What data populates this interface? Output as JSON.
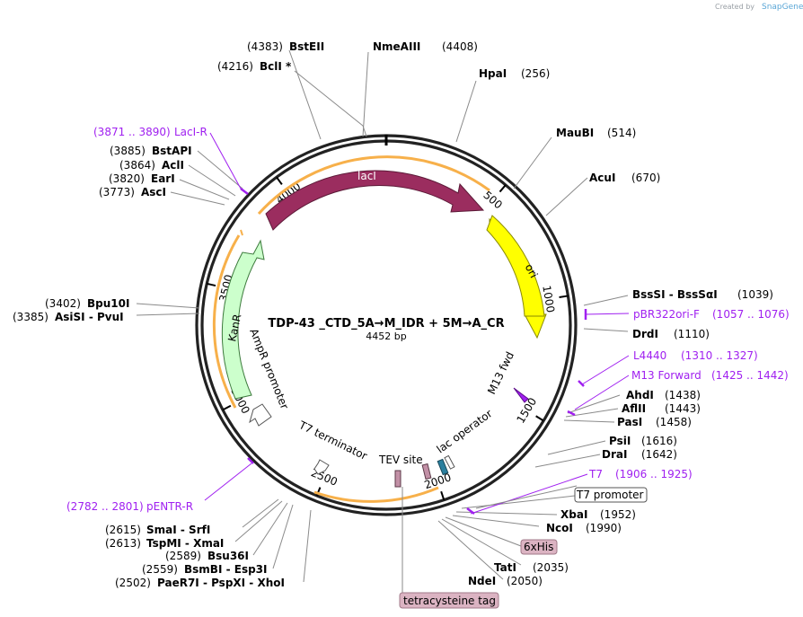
{
  "credit": {
    "prefix": "Created by",
    "brand": "SnapGene"
  },
  "plasmid": {
    "name": "TDP-43 _CTD_5A→M_IDR + 5M→A_CR",
    "length_label": "4452 bp"
  },
  "ticks": [
    {
      "label": "500",
      "bp": 500
    },
    {
      "label": "1000",
      "bp": 1000
    },
    {
      "label": "1500",
      "bp": 1500
    },
    {
      "label": "2000",
      "bp": 2000
    },
    {
      "label": "2500",
      "bp": 2500
    },
    {
      "label": "3000",
      "bp": 3000
    },
    {
      "label": "3500",
      "bp": 3500
    },
    {
      "label": "4000",
      "bp": 4000
    }
  ],
  "features": {
    "lacI": "lacI",
    "ori": "ori",
    "KanR": "KanR",
    "AmpR_promoter": "AmpR promoter",
    "T7_terminator": "T7 terminator",
    "TEV_site": "TEV site",
    "lac_operator": "lac operator",
    "M13_fwd": "M13 fwd"
  },
  "sites": [
    {
      "key": "bsteii",
      "pos": "(4383)",
      "name": "BstEII"
    },
    {
      "key": "nmeaiii",
      "pos": "(4408)",
      "name": "NmeAIII"
    },
    {
      "key": "bcli",
      "pos": "(4216)",
      "name": "BclI *"
    },
    {
      "key": "hpai",
      "pos": "(256)",
      "name": "HpaI"
    },
    {
      "key": "maubi",
      "pos": "(514)",
      "name": "MauBI"
    },
    {
      "key": "acui",
      "pos": "(670)",
      "name": "AcuI"
    },
    {
      "key": "bstapi",
      "pos": "(3885)",
      "name": "BstAPI"
    },
    {
      "key": "acli",
      "pos": "(3864)",
      "name": "AclI"
    },
    {
      "key": "eari",
      "pos": "(3820)",
      "name": "EarI"
    },
    {
      "key": "asci",
      "pos": "(3773)",
      "name": "AscI"
    },
    {
      "key": "bpu10i",
      "pos": "(3402)",
      "name": "Bpu10I"
    },
    {
      "key": "asisi",
      "pos": "(3385)",
      "name": "AsiSI  - PvuI"
    },
    {
      "key": "bsssi",
      "name": "BssSI  - BssSαI",
      "pos": "(1039)"
    },
    {
      "key": "drdi",
      "name": "DrdI",
      "pos": "(1110)"
    },
    {
      "key": "ahdi",
      "name": "AhdI",
      "pos": "(1438)"
    },
    {
      "key": "aflii",
      "name": "AflII",
      "pos": "(1443)"
    },
    {
      "key": "pasi",
      "name": "PasI",
      "pos": "(1458)"
    },
    {
      "key": "psii",
      "name": "PsiI",
      "pos": "(1616)"
    },
    {
      "key": "drai",
      "name": "DraI",
      "pos": "(1642)"
    },
    {
      "key": "xbai",
      "name": "XbaI",
      "pos": "(1952)"
    },
    {
      "key": "ncoi",
      "name": "NcoI",
      "pos": "(1990)"
    },
    {
      "key": "tati",
      "name": "TatI",
      "pos": "(2035)"
    },
    {
      "key": "ndei",
      "name": "NdeI",
      "pos": "(2050)"
    },
    {
      "key": "smai",
      "pos": "(2615)",
      "name": "SmaI  - SrfI"
    },
    {
      "key": "tspmi",
      "pos": "(2613)",
      "name": "TspMI  - XmaI"
    },
    {
      "key": "bsu36i",
      "pos": "(2589)",
      "name": "Bsu36I"
    },
    {
      "key": "bsmbi",
      "pos": "(2559)",
      "name": "BsmBI  - Esp3I"
    },
    {
      "key": "paer7i",
      "pos": "(2502)",
      "name": "PaeR7I  - PspXI  - XhoI"
    }
  ],
  "primers": [
    {
      "key": "laci_r",
      "range": "(3871 .. 3890)",
      "name": "LacI-R"
    },
    {
      "key": "pbr322",
      "name": "pBR322ori-F",
      "range": "(1057 .. 1076)"
    },
    {
      "key": "l4440",
      "name": "L4440",
      "range": "(1310 .. 1327)"
    },
    {
      "key": "m13fwd",
      "name": "M13 Forward",
      "range": "(1425 .. 1442)"
    },
    {
      "key": "t7",
      "name": "T7",
      "range": "(1906 .. 1925)"
    },
    {
      "key": "pentr",
      "range": "(2782 .. 2801)",
      "name": "pENTR-R"
    }
  ],
  "boxed": {
    "t7_promoter": "T7 promoter",
    "his6": "6xHis",
    "tetracysteine": "tetracysteine tag"
  },
  "colors": {
    "lacI": "#9b2d5f",
    "ori": "#ffff00",
    "KanR": "#ccffcc",
    "orange_track": "#f7b04a",
    "primer": "#a020f0",
    "tag_box": "#dbb3c2",
    "lac_operator": "#2a7f9e",
    "tev": "#c290a6"
  }
}
